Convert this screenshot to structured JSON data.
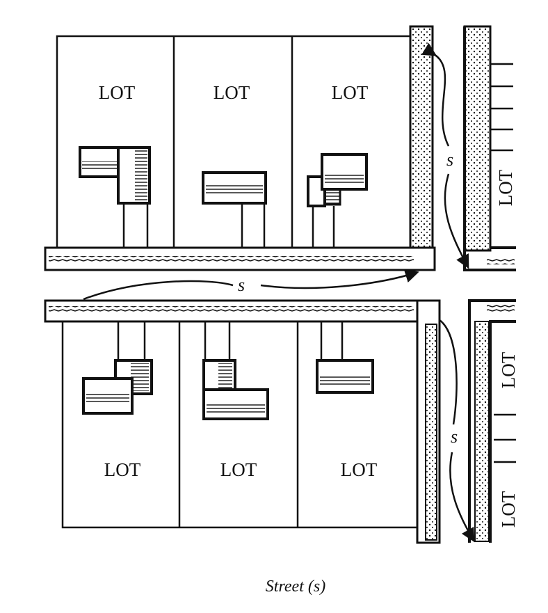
{
  "lots": {
    "top_row": [
      "LOT",
      "LOT",
      "LOT"
    ],
    "bottom_row": [
      "LOT",
      "LOT",
      "LOT"
    ],
    "right_side": [
      "LOT",
      "LOT",
      "LOT"
    ]
  },
  "street_markers": [
    "s",
    "s",
    "s"
  ],
  "caption": "Street (s)"
}
